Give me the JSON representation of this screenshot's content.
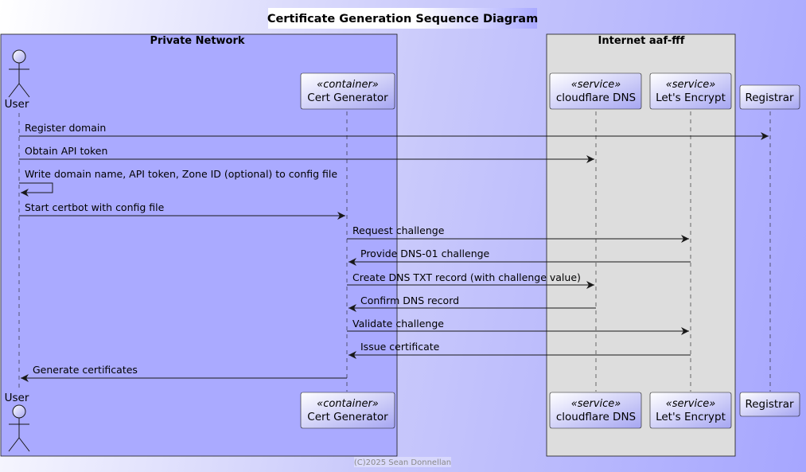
{
  "diagram": {
    "title": "Certificate Generation Sequence Diagram",
    "footer": "(C)2025 Sean Donnellan",
    "boxes": [
      {
        "id": "private",
        "title": "Private Network",
        "color": "#aaaaff"
      },
      {
        "id": "internet",
        "title": "Internet aaf-fff",
        "color": "#dddddd"
      }
    ],
    "participants": [
      {
        "id": "user",
        "name": "User",
        "kind": "actor",
        "stereotype": ""
      },
      {
        "id": "certgen",
        "name": "Cert Generator",
        "kind": "participant",
        "stereotype": "«container»"
      },
      {
        "id": "dns",
        "name": "cloudflare DNS",
        "kind": "participant",
        "stereotype": "«service»"
      },
      {
        "id": "le",
        "name": "Let's Encrypt",
        "kind": "participant",
        "stereotype": "«service»"
      },
      {
        "id": "registrar",
        "name": "Registrar",
        "kind": "participant",
        "stereotype": ""
      }
    ],
    "messages": [
      {
        "from": "user",
        "to": "registrar",
        "label": "Register domain"
      },
      {
        "from": "user",
        "to": "dns",
        "label": "Obtain API token"
      },
      {
        "from": "user",
        "to": "user",
        "label": "Write domain name, API token, Zone ID (optional) to config file"
      },
      {
        "from": "user",
        "to": "certgen",
        "label": "Start certbot with config file"
      },
      {
        "from": "certgen",
        "to": "le",
        "label": "Request challenge"
      },
      {
        "from": "le",
        "to": "certgen",
        "label": "Provide DNS-01 challenge"
      },
      {
        "from": "certgen",
        "to": "dns",
        "label": "Create DNS TXT record (with challenge value)"
      },
      {
        "from": "dns",
        "to": "certgen",
        "label": "Confirm DNS record"
      },
      {
        "from": "certgen",
        "to": "le",
        "label": "Validate challenge"
      },
      {
        "from": "le",
        "to": "certgen",
        "label": "Issue certificate"
      },
      {
        "from": "certgen",
        "to": "user",
        "label": "Generate certificates"
      }
    ]
  }
}
